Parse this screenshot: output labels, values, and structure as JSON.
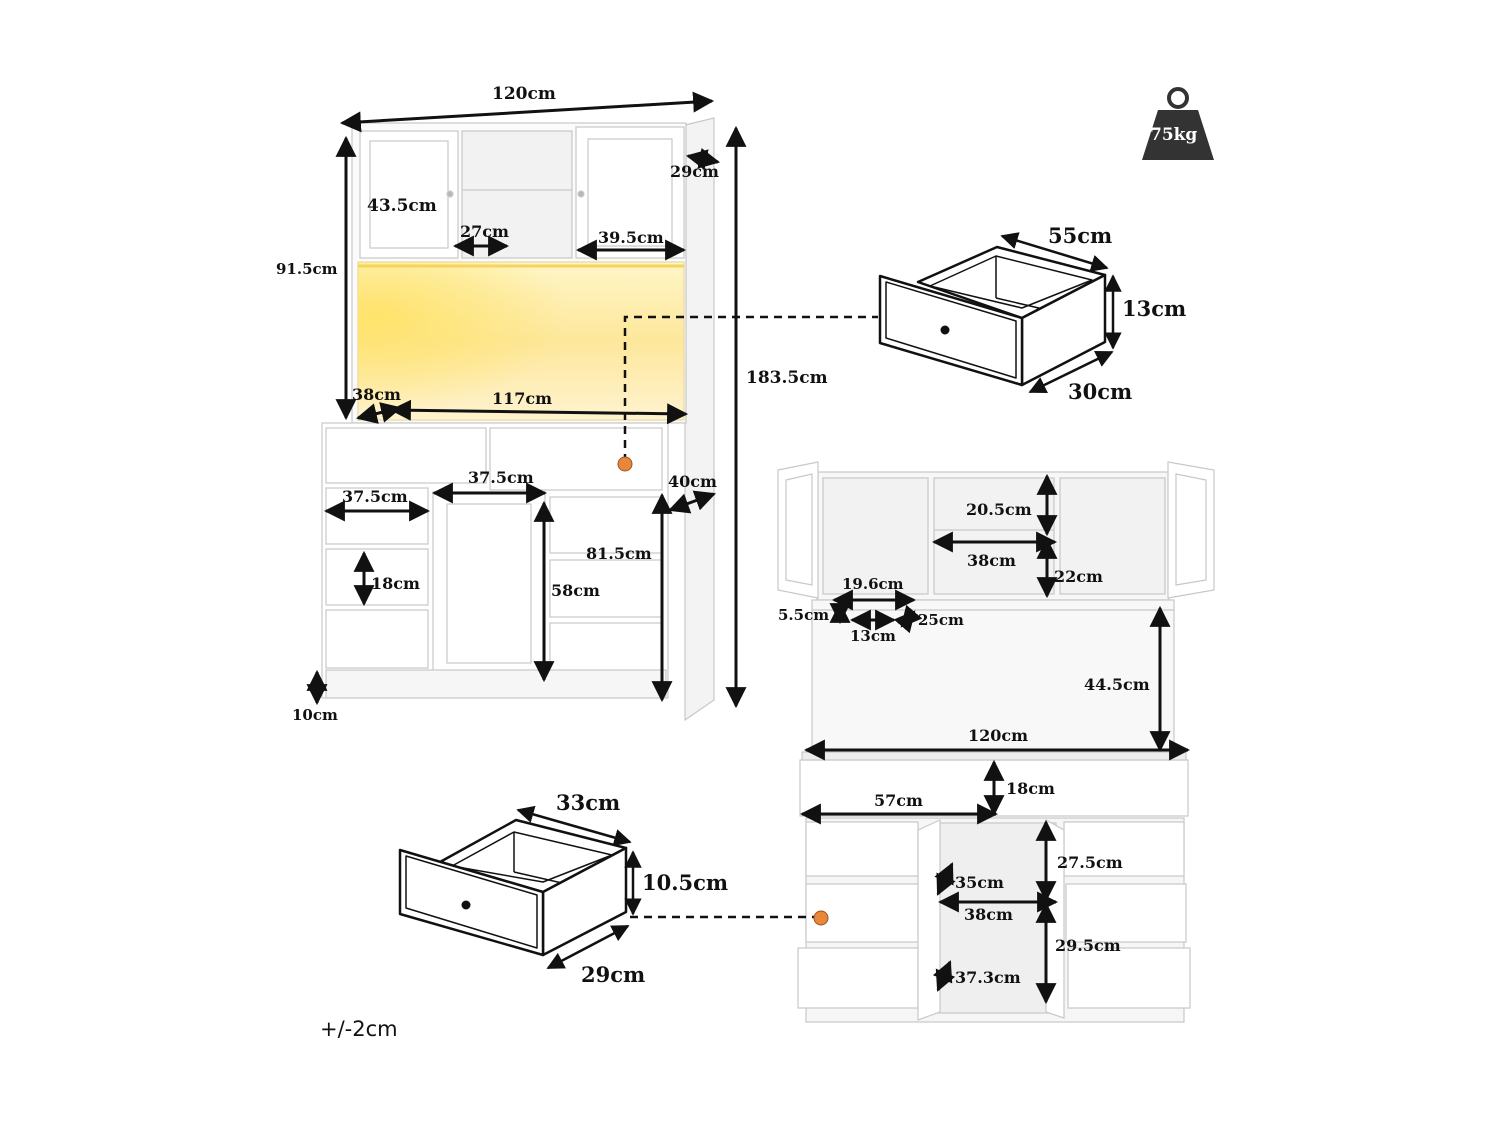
{
  "weight": {
    "label": "75kg",
    "icon": "weight-icon"
  },
  "tolerance": "+/-2cm",
  "colors": {
    "cabinet": "#ffffff",
    "outline": "#c8c8c8",
    "led_glow": "#fdecaa",
    "marker": "#e8873a",
    "ink": "#111111",
    "weight_fill": "#333333"
  },
  "front_view": {
    "width": "120cm",
    "depth_top": "29cm",
    "hutch_height": "91.5cm",
    "total_height": "183.5cm",
    "upper_door_height": "43.5cm",
    "upper_shelf_width": "27cm",
    "upper_door_width": "39.5cm",
    "led_side_depth": "38cm",
    "counter_width": "117cm",
    "center_door_width": "37.5cm",
    "left_drawer_width": "37.5cm",
    "base_depth": "40cm",
    "base_height": "81.5cm",
    "drawer_height": "18cm",
    "door_height": "58cm",
    "plinth_height": "10cm"
  },
  "large_drawer": {
    "width": "55cm",
    "height": "13cm",
    "depth": "30cm"
  },
  "small_drawer": {
    "width": "33cm",
    "height": "10.5cm",
    "depth": "29cm"
  },
  "open_view": {
    "shelf_top_height": "20.5cm",
    "shelf_width": "38cm",
    "shelf_bottom_height": "22cm",
    "rack_width": "19.6cm",
    "rack_drop": "5.5cm",
    "rack_gap": "13cm",
    "rack_slot": "25cm",
    "open_height": "44.5cm",
    "counter_width": "120cm",
    "drawer_width": "57cm",
    "drawer_height": "18cm",
    "cab_upper_height": "27.5cm",
    "cab_depth_upper": "35cm",
    "cab_width": "38cm",
    "cab_lower_height": "29.5cm",
    "cab_depth_lower": "37.3cm"
  }
}
